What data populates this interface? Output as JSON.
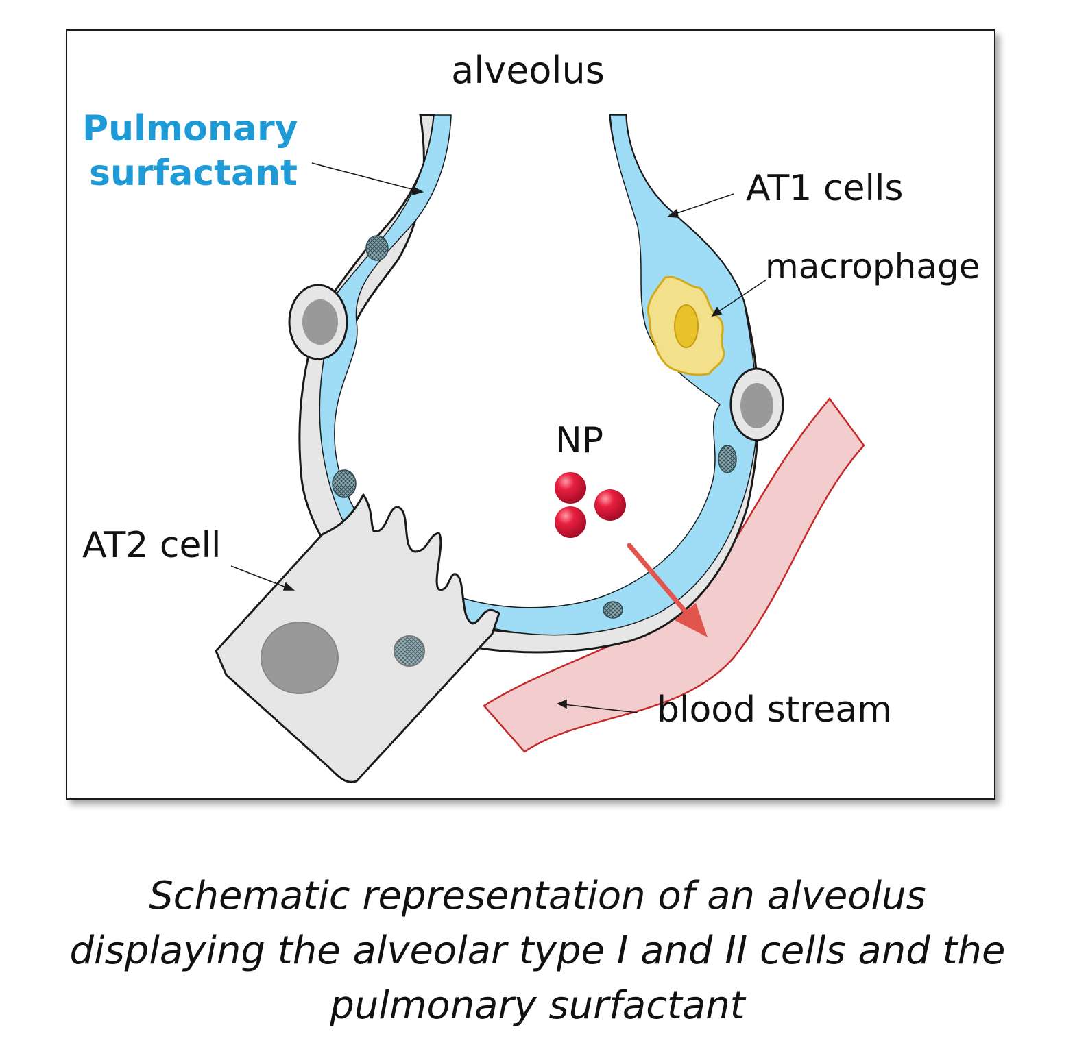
{
  "labels": {
    "alveolus": "alveolus",
    "surfactant_line1": "Pulmonary",
    "surfactant_line2": "surfactant",
    "at1": "AT1  cells",
    "macrophage": "macrophage",
    "np": "NP",
    "at2": "AT2 cell",
    "blood": "blood stream"
  },
  "caption": {
    "line1": "Schematic representation of an alveolus",
    "line2": "displaying the alveolar type I and II cells and the",
    "line3": "pulmonary surfactant"
  },
  "colors": {
    "surfactant": "#9fdcf5",
    "surfactant_label": "#1e9ad6",
    "epithelium": "#e6e6e6",
    "nucleus": "#999999",
    "macrophage_fill": "#f3e08a",
    "macrophage_outline": "#d4a91c",
    "macrophage_nucleus": "#e7c229",
    "nanoparticle": "#e0163a",
    "blood_vessel_fill": "#f3cccd",
    "blood_vessel_outline": "#c62828",
    "arrow": "#e2554f"
  },
  "icons": {
    "nanoparticle": "sphere",
    "arrow": "translocation-arrow"
  }
}
